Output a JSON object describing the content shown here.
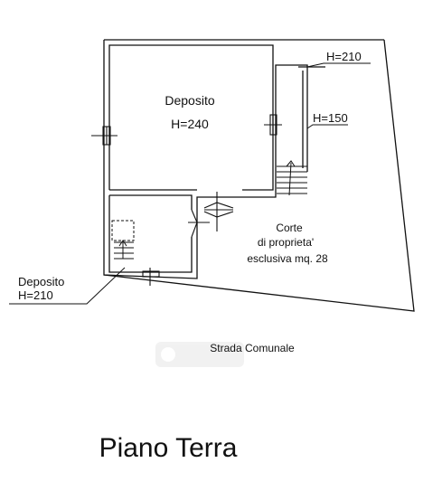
{
  "rooms": {
    "deposito_main": {
      "name": "Deposito",
      "height": "H=240"
    },
    "deposito_small": {
      "name": "Deposito",
      "height": "H=210"
    }
  },
  "stair": {
    "top_height": "H=210",
    "mid_height": "H=150"
  },
  "courtyard": {
    "line1": "Corte",
    "line2": "di proprieta'",
    "line3": "esclusiva mq. 28"
  },
  "street": "Strada Comunale",
  "title": "Piano Terra",
  "colors": {
    "line": "#111111",
    "watermark": "#d9d9d9"
  }
}
